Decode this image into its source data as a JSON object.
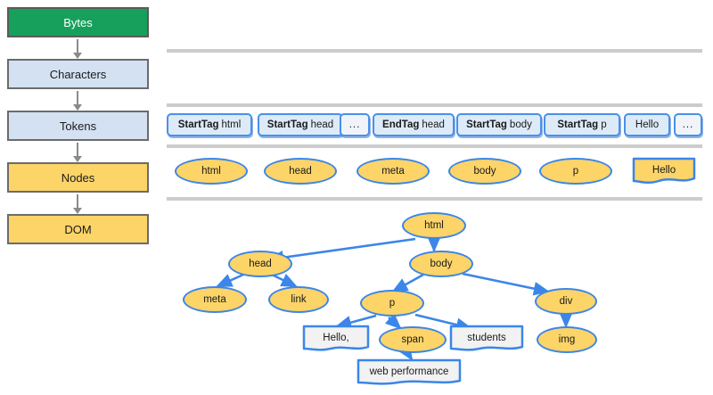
{
  "pipeline": {
    "steps": [
      {
        "label": "Bytes",
        "style": "green"
      },
      {
        "label": "Characters",
        "style": "blue"
      },
      {
        "label": "Tokens",
        "style": "blue"
      },
      {
        "label": "Nodes",
        "style": "yellow"
      },
      {
        "label": "DOM",
        "style": "yellow"
      }
    ]
  },
  "tokens": [
    {
      "kind": "StartTag",
      "value": "html"
    },
    {
      "kind": "StartTag",
      "value": "head"
    },
    {
      "kind": "",
      "value": "..."
    },
    {
      "kind": "EndTag",
      "value": "head"
    },
    {
      "kind": "StartTag",
      "value": "body"
    },
    {
      "kind": "StartTag",
      "value": "p"
    },
    {
      "kind": "",
      "value": "Hello"
    },
    {
      "kind": "",
      "value": "..."
    }
  ],
  "nodes": [
    {
      "label": "html",
      "shape": "ellipse"
    },
    {
      "label": "head",
      "shape": "ellipse"
    },
    {
      "label": "meta",
      "shape": "ellipse"
    },
    {
      "label": "body",
      "shape": "ellipse"
    },
    {
      "label": "p",
      "shape": "ellipse"
    },
    {
      "label": "Hello",
      "shape": "text"
    }
  ],
  "dom_tree": {
    "elements": [
      {
        "label": "html",
        "shape": "ellipse"
      },
      {
        "label": "head",
        "shape": "ellipse"
      },
      {
        "label": "body",
        "shape": "ellipse"
      },
      {
        "label": "meta",
        "shape": "ellipse"
      },
      {
        "label": "link",
        "shape": "ellipse"
      },
      {
        "label": "p",
        "shape": "ellipse"
      },
      {
        "label": "div",
        "shape": "ellipse"
      },
      {
        "label": "Hello,",
        "shape": "text"
      },
      {
        "label": "span",
        "shape": "ellipse"
      },
      {
        "label": "students",
        "shape": "text"
      },
      {
        "label": "img",
        "shape": "ellipse"
      },
      {
        "label": "web performance",
        "shape": "text"
      }
    ],
    "edges": [
      [
        "html",
        "head"
      ],
      [
        "html",
        "body"
      ],
      [
        "head",
        "meta"
      ],
      [
        "head",
        "link"
      ],
      [
        "body",
        "p"
      ],
      [
        "body",
        "div"
      ],
      [
        "p",
        "Hello,"
      ],
      [
        "p",
        "span"
      ],
      [
        "p",
        "students"
      ],
      [
        "span",
        "web performance"
      ],
      [
        "div",
        "img"
      ]
    ]
  },
  "colors": {
    "bytes_green": "#16a05c",
    "step_blue": "#d3e1f2",
    "node_yellow": "#fcd468",
    "edge_blue": "#3b86e8",
    "token_fill": "#ddeaf8",
    "separator_gray": "#cccccc",
    "arrow_gray": "#8a8a8a",
    "text_node_fill": "#f2f2f2"
  },
  "separator_count": 4
}
